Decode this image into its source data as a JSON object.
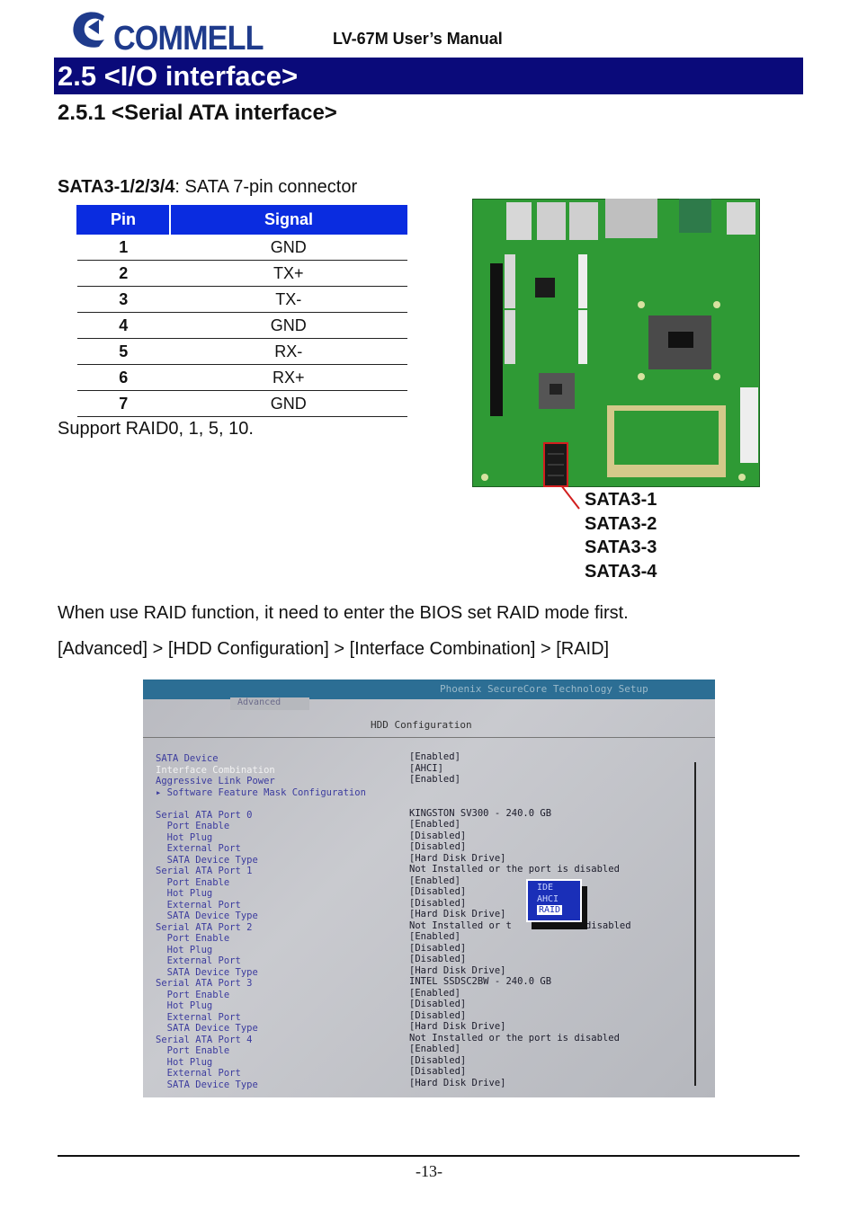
{
  "header": {
    "logo_text": "COMMELL",
    "manual_title": "LV-67M User’s Manual"
  },
  "section": {
    "title": "2.5 <I/O interface>",
    "subsection": "2.5.1 <Serial ATA interface>"
  },
  "connector": {
    "name": "SATA3-1/2/3/4",
    "description": ": SATA 7-pin connector"
  },
  "pin_table": {
    "headers": [
      "Pin",
      "Signal"
    ],
    "rows": [
      {
        "pin": "1",
        "signal": "GND"
      },
      {
        "pin": "2",
        "signal": "TX+"
      },
      {
        "pin": "3",
        "signal": "TX-"
      },
      {
        "pin": "4",
        "signal": "GND"
      },
      {
        "pin": "5",
        "signal": "RX-"
      },
      {
        "pin": "6",
        "signal": "RX+"
      },
      {
        "pin": "7",
        "signal": "GND"
      }
    ]
  },
  "raid_support": "Support RAID0, 1, 5, 10.",
  "sata_labels": [
    "SATA3-1",
    "SATA3-2",
    "SATA3-3",
    "SATA3-4"
  ],
  "raid_note": "When use RAID function, it need to enter the BIOS set RAID mode first.",
  "bios_path": "[Advanced] > [HDD Configuration] > [Interface Combination] > [RAID]",
  "bios": {
    "top_title": "Phoenix SecureCore Technology Setup",
    "tab": "Advanced",
    "page_title": "HDD Configuration",
    "popup_options": [
      "IDE",
      "AHCI",
      "RAID"
    ],
    "popup_selected": "RAID"
  },
  "page_number": "-13-",
  "colors": {
    "section_bar": "#0a0a7a",
    "table_header": "#0a2ce0",
    "board_green": "#2f9a35",
    "highlight_box": "#d21f1f"
  }
}
